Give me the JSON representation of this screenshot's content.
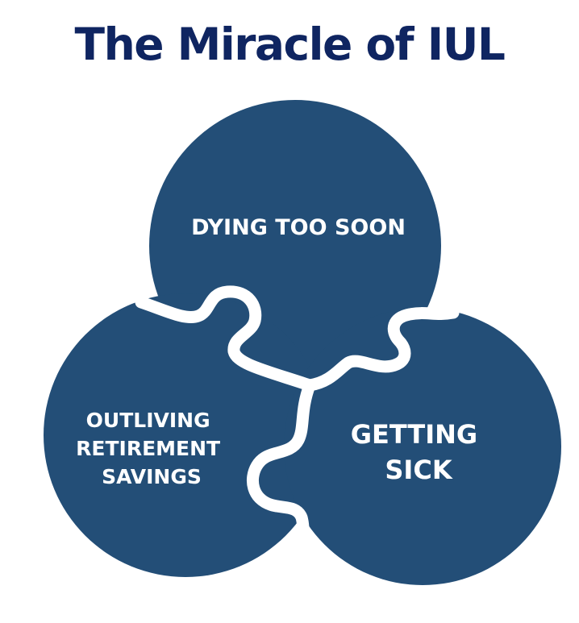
{
  "title": "The Miracle of IUL",
  "colors": {
    "title": "#0f2561",
    "piece_fill": "#234e77",
    "gap": "#ffffff",
    "label": "#ffffff"
  },
  "pieces": [
    {
      "id": "top",
      "lines": [
        "DYING TOO SOON"
      ]
    },
    {
      "id": "left",
      "lines": [
        "OUTLIVING",
        "RETIREMENT",
        "SAVINGS"
      ]
    },
    {
      "id": "right",
      "lines": [
        "GETTING",
        "SICK"
      ]
    }
  ]
}
